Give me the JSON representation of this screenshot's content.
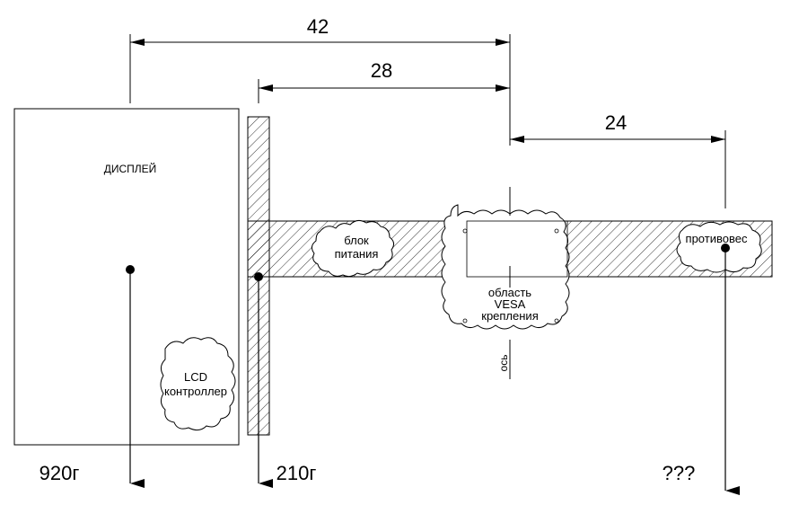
{
  "dimensions": {
    "total": "42",
    "plate_to_axis": "28",
    "axis_to_counterweight": "24"
  },
  "labels": {
    "display": "ДИСПЛЕЙ",
    "lcd_line1": "LCD",
    "lcd_line2": "контроллер",
    "psu_line1": "блок",
    "psu_line2": "питания",
    "vesa_line1": "область",
    "vesa_line2": "VESA",
    "vesa_line3": "крепления",
    "axis": "ось",
    "counterweight": "противовес"
  },
  "weights": {
    "display": "920г",
    "plate": "210г",
    "counterweight": "???"
  },
  "colors": {
    "ink": "#000000",
    "paper": "#ffffff"
  }
}
